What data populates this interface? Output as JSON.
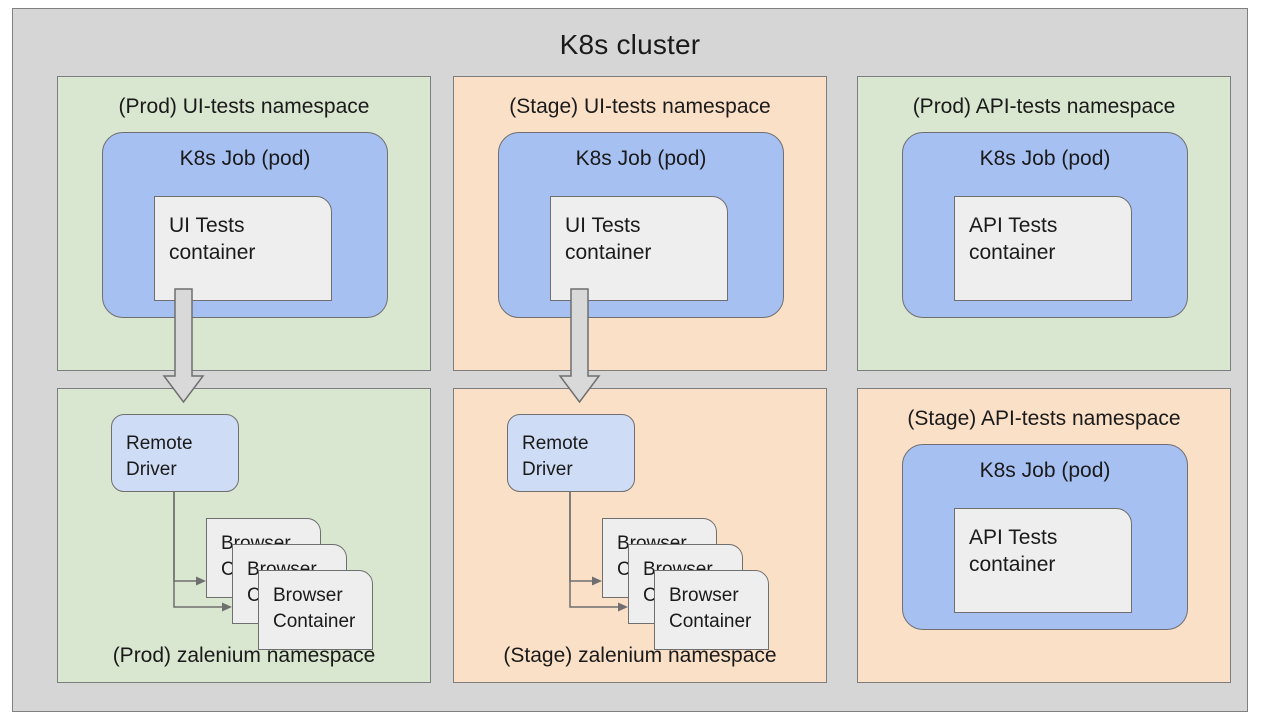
{
  "cluster": {
    "title": "K8s cluster",
    "bg_color": "#d6d6d6",
    "border_color": "#808080"
  },
  "colors": {
    "prod_namespace": "#d9e6d0",
    "stage_namespace": "#fbe0c8",
    "pod": "#a7c0f2",
    "container": "#eeeeee",
    "remote_driver": "#cfdcf5",
    "arrow_fill": "#d9d9d9",
    "stroke": "#6f6f6f",
    "text": "#1a1a1a"
  },
  "namespaces": [
    {
      "id": "prod-ui-tests",
      "title": "(Prod) UI-tests namespace",
      "title_position": "top",
      "env": "Prod",
      "pod": {
        "title": "K8s Job (pod)"
      },
      "container": {
        "label": "UI Tests\ncontainer"
      }
    },
    {
      "id": "stage-ui-tests",
      "title": "(Stage) UI-tests namespace",
      "title_position": "top",
      "env": "Stage",
      "pod": {
        "title": "K8s Job (pod)"
      },
      "container": {
        "label": "UI Tests\ncontainer"
      }
    },
    {
      "id": "prod-api-tests",
      "title": "(Prod) API-tests namespace",
      "title_position": "top",
      "env": "Prod",
      "pod": {
        "title": "K8s Job (pod)"
      },
      "container": {
        "label": "API Tests\ncontainer"
      }
    },
    {
      "id": "prod-zalenium",
      "title": "(Prod) zalenium namespace",
      "title_position": "bottom",
      "env": "Prod",
      "driver": {
        "label": "Remote\nDriver"
      },
      "browsers": [
        {
          "label": "Browser\nContainer"
        },
        {
          "label": "Browser\nContainer"
        },
        {
          "label": "Browser\nContainer"
        }
      ]
    },
    {
      "id": "stage-zalenium",
      "title": "(Stage) zalenium namespace",
      "title_position": "bottom",
      "env": "Stage",
      "driver": {
        "label": "Remote\nDriver"
      },
      "browsers": [
        {
          "label": "Browser\nContainer"
        },
        {
          "label": "Browser\nContainer"
        },
        {
          "label": "Browser\nContainer"
        }
      ]
    },
    {
      "id": "stage-api-tests",
      "title": "(Stage) API-tests namespace",
      "title_position": "top",
      "env": "Stage",
      "pod": {
        "title": "K8s Job (pod)"
      },
      "container": {
        "label": "API Tests\ncontainer"
      }
    }
  ]
}
